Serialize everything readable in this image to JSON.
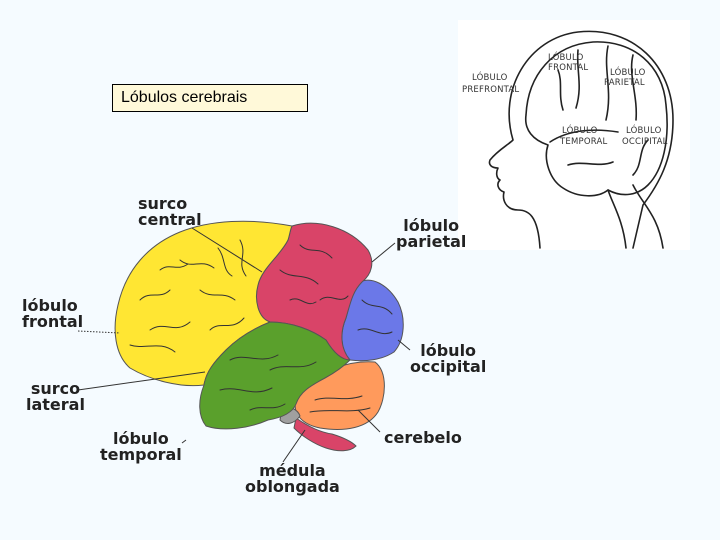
{
  "title": "Lóbulos cerebrais",
  "brain_labels": {
    "surco_central": [
      "surco",
      "central"
    ],
    "lobulo_parietal": [
      "lóbulo",
      "parietal"
    ],
    "lobulo_frontal": [
      "lóbulo",
      "frontal"
    ],
    "lobulo_occipital": [
      "lóbulo",
      "occipital"
    ],
    "surco_lateral": [
      "surco",
      "lateral"
    ],
    "cerebelo": [
      "cerebelo"
    ],
    "lobulo_temporal": [
      "lóbulo",
      "temporal"
    ],
    "medula_oblongada": [
      "médula",
      "oblongada"
    ]
  },
  "head_labels": {
    "frontal": [
      "LÓBULO",
      "FRONTAL"
    ],
    "parietal": [
      "LÓBULO",
      "PARIETAL"
    ],
    "prefrontal": [
      "LÓBULO",
      "PREFRONTAL"
    ],
    "temporal": [
      "LÓBULO",
      "TEMPORAL"
    ],
    "occipital": [
      "LÓBULO",
      "OCCIPITAL"
    ]
  },
  "colors": {
    "frontal": "#ffe633",
    "parietal": "#d94468",
    "occipital": "#6b78e8",
    "temporal": "#5aa02c",
    "cerebellum": "#ff9a5c",
    "medulla": "#d94468",
    "brainstem": "#a0a0a0"
  }
}
